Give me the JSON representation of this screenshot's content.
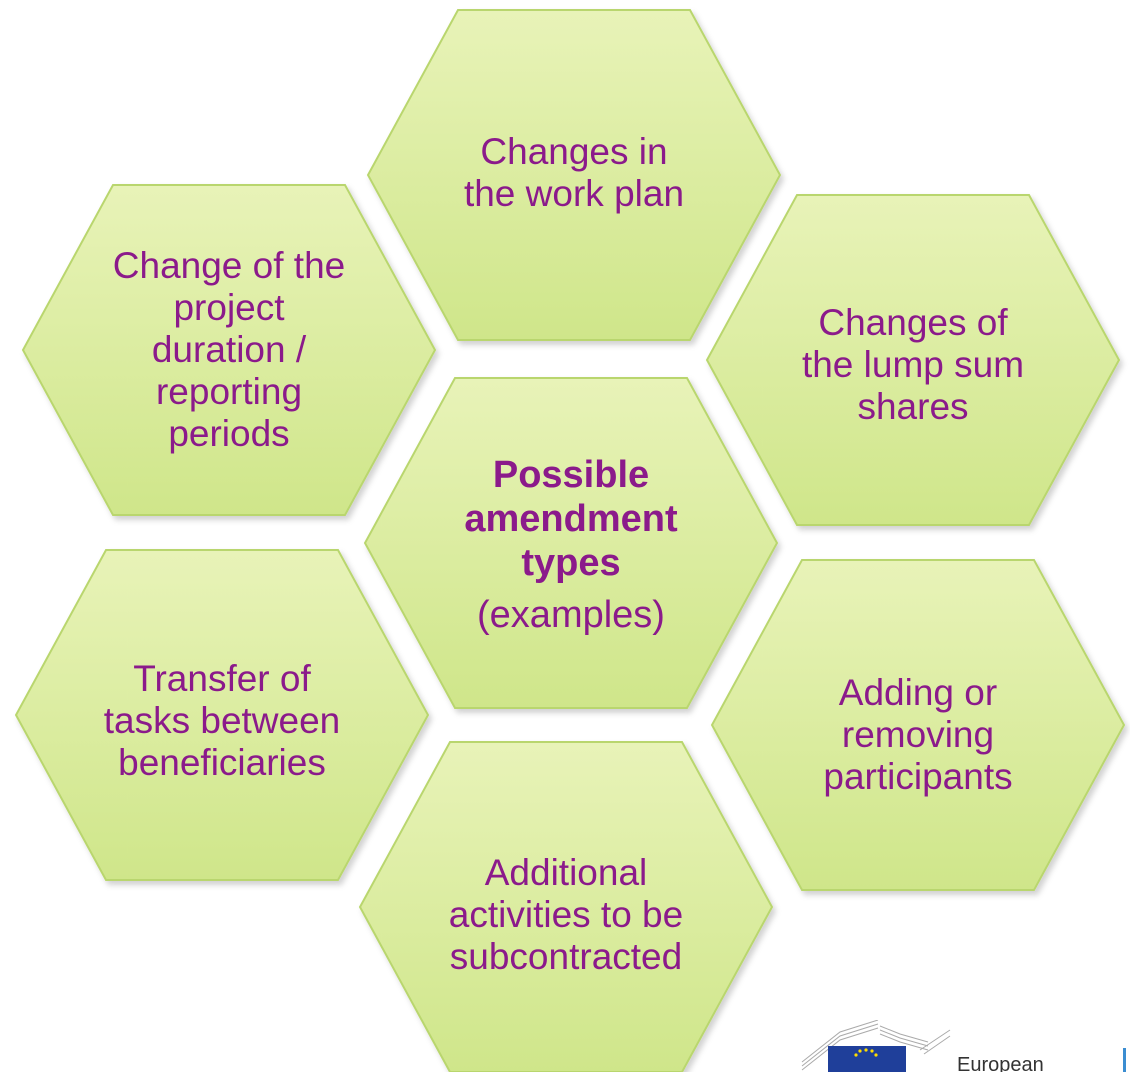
{
  "diagram": {
    "center": {
      "title_lines": [
        "Possible",
        "amendment",
        "types"
      ],
      "subtitle": "(examples)"
    },
    "hexagons": [
      {
        "lines": [
          "Changes in",
          "the work plan"
        ]
      },
      {
        "lines": [
          "Change of the",
          "project",
          "duration /",
          "reporting",
          "periods"
        ]
      },
      {
        "lines": [
          "Changes of",
          "the lump sum",
          "shares"
        ]
      },
      {
        "lines": [
          "Transfer of",
          "tasks between",
          "beneficiaries"
        ]
      },
      {
        "lines": [
          "Adding or",
          "removing",
          "participants"
        ]
      },
      {
        "lines": [
          "Additional",
          "activities to be",
          "subcontracted"
        ]
      }
    ],
    "colors": {
      "hex_fill_top": "#e8f3b8",
      "hex_fill_bottom": "#cfe68a",
      "hex_stroke": "#b9d66e",
      "text": "#8b1a8b"
    }
  },
  "footer": {
    "logo_word": "European"
  }
}
